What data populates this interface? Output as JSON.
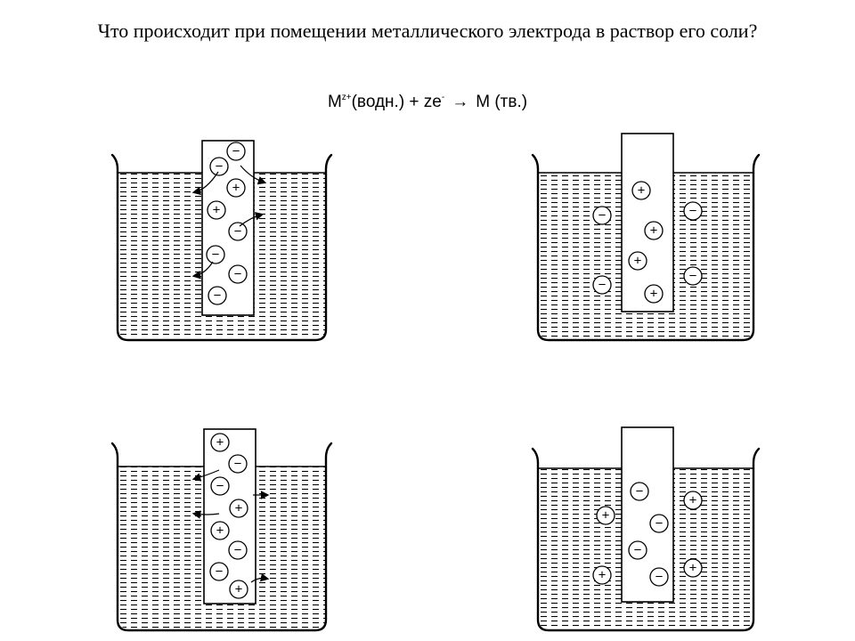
{
  "title": "Что происходит при помещении металлического электрода в раствор его соли?",
  "equation": {
    "metal_ion": "M",
    "ion_charge": "z+",
    "ion_state": "(водн.) + ze",
    "electron_sign": "-",
    "arrow": "→",
    "product": "M (тв.)"
  },
  "ion_symbols": {
    "plus": "+",
    "minus": "−"
  },
  "panels": [
    {
      "id": "top-left",
      "electrode_ions": [
        "−",
        "−",
        "+",
        "+",
        "−",
        "−",
        "−",
        "−"
      ],
      "solution_ions": []
    },
    {
      "id": "top-right",
      "electrode_ions": [
        "+",
        "+",
        "+",
        "+"
      ],
      "solution_ions": [
        "−",
        "−",
        "−",
        "−"
      ]
    },
    {
      "id": "bottom-left",
      "electrode_ions": [
        "+",
        "−",
        "−",
        "+",
        "+",
        "−",
        "−",
        "+"
      ],
      "solution_ions": []
    },
    {
      "id": "bottom-right",
      "electrode_ions": [
        "−",
        "−",
        "−",
        "−"
      ],
      "solution_ions": [
        "+",
        "+",
        "+",
        "+"
      ]
    }
  ]
}
